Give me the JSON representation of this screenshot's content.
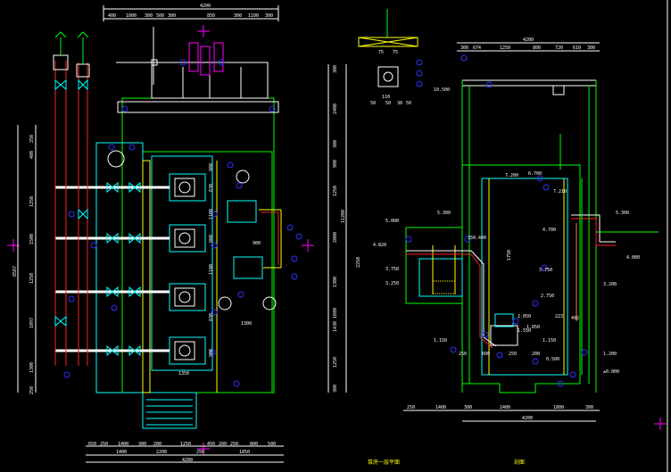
{
  "colors": {
    "background": "#000000",
    "wall": "#00ff00",
    "structure": "#00ffff",
    "pipe_red": "#ff2020",
    "pipe_yellow": "#ffff00",
    "marker_blue": "#3030ff",
    "accent_magenta": "#ff00ff",
    "dimension_text": "#ffffff"
  },
  "plan": {
    "title": "泵房一层平面",
    "top_total": "4200",
    "top_dims": [
      "400",
      "1000",
      "300",
      "500",
      "300",
      "850",
      "300",
      "1100",
      "300"
    ],
    "bottom_dims": [
      "650",
      "250",
      "1400",
      "300",
      "200",
      "1250",
      "450",
      "200",
      "250",
      "800",
      "500"
    ],
    "bottom_dims_2": [
      "1400",
      "2200",
      "250",
      "1850"
    ],
    "bottom_total": "4200",
    "left_dims": [
      "250",
      "400",
      "1250",
      "1500",
      "1250",
      "1097",
      "1300",
      "250"
    ],
    "left_total": "8587",
    "right_dims": [
      "300",
      "2400",
      "300",
      "900",
      "1250",
      "2000",
      "1300",
      "1430 1080",
      "1250",
      "300"
    ],
    "right_total": "11200",
    "inner_dims": [
      "800",
      "830",
      "800",
      "1100",
      "1100",
      "830",
      "900",
      "1300",
      "1350",
      "900"
    ],
    "inner_right": "2250"
  },
  "section": {
    "title": "剖面",
    "top_total": "4200",
    "top_dims": [
      "300",
      "674",
      "1250",
      "800",
      "720",
      "610",
      "300"
    ],
    "bottom_dims": [
      "250",
      "1400",
      "300",
      "2400",
      "1800",
      "300"
    ],
    "bottom_total": "4200",
    "elevations": [
      "10.500",
      "7.200",
      "6.700",
      "7.210",
      "5.000",
      "5.300",
      "4.820",
      "3.750",
      "3.250",
      "4.700",
      "5.300",
      "4.000",
      "3.750",
      "3.200",
      "2.750",
      "2.050",
      "1.850",
      "1.550",
      "1.150",
      "1.150",
      "1.200",
      "0.500",
      "±0.000"
    ],
    "labels": [
      "350.400",
      "1750",
      "223",
      "492",
      "250",
      "600",
      "250",
      "200"
    ]
  },
  "detail": {
    "dims": [
      "75",
      "75",
      "110",
      "50",
      "50",
      "30",
      "50"
    ]
  }
}
